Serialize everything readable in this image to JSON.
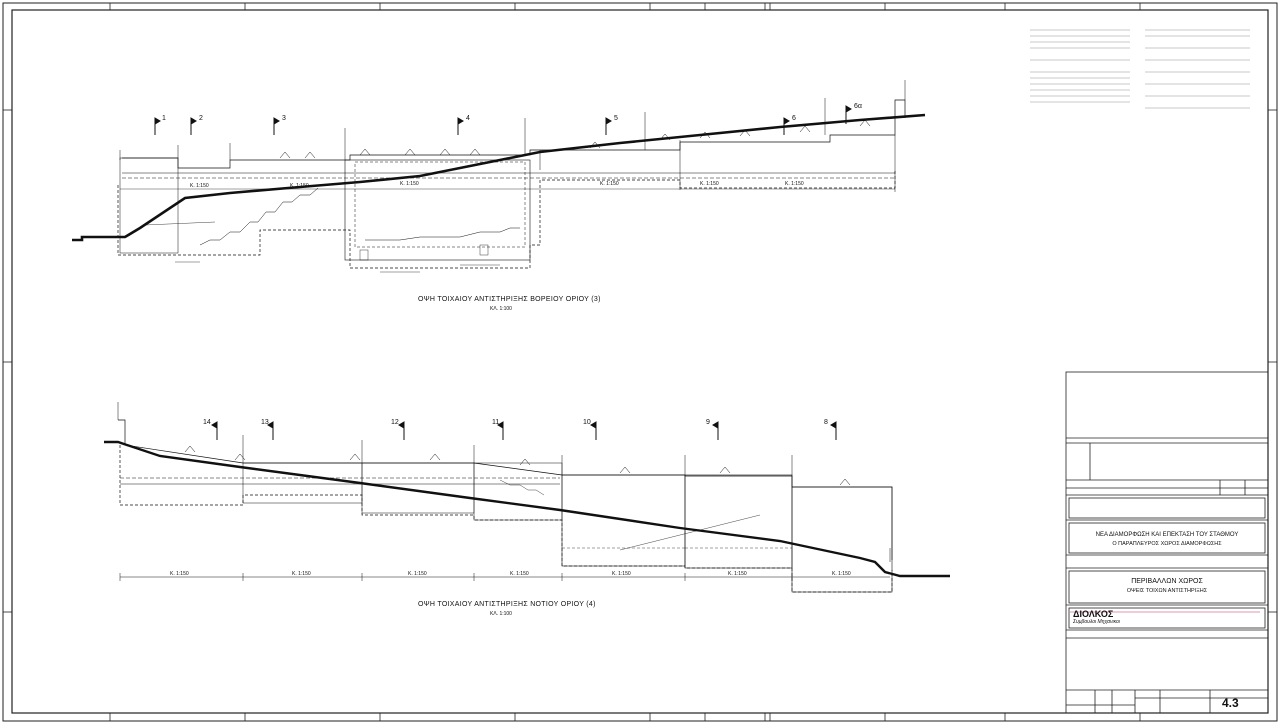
{
  "drawing": {
    "north_elevation_title": "ΟΨΗ ΤΟΙΧΑΙΟΥ ΑΝΤΙΣΤΗΡΙΞΗΣ ΒΟΡΕΙΟΥ ΟΡΙΟΥ (3)",
    "south_elevation_title": "ΟΨΗ ΤΟΙΧΑΙΟΥ ΑΝΤΙΣΤΗΡΙΞΗΣ ΝΟΤΙΟΥ ΟΡΙΟΥ (4)",
    "scale_label": "ΚΛ. 1:100",
    "north_markers": [
      "1",
      "2",
      "3",
      "4",
      "5",
      "6",
      "6α"
    ],
    "south_markers": [
      "14",
      "13",
      "12",
      "11",
      "10",
      "9",
      "8"
    ],
    "slope_labels_north": [
      "Κ. 1:150",
      "Κ. 1:150",
      "Κ. 1:150",
      "Κ. 1:150",
      "Κ. 1:150",
      "Κ. 1:150"
    ],
    "slope_labels_south": [
      "Κ. 1:150",
      "Κ. 1:150",
      "Κ. 1:150",
      "Κ. 1:150",
      "Κ. 1:150",
      "Κ. 1:150",
      "Κ. 1:150"
    ]
  },
  "title_block": {
    "project": "ΝΕΑ ΔΙΑΜΟΡΦΩΣΗ ΚΑΙ ΕΠΕΚΤΑΣΗ ΤΟΥ ΣΤΑΘΜΟΥ",
    "project_line2": "Ο ΠΑΡΑΠΛΕΥΡΟΣ ΧΩΡΟΣ ΔΙΑΜΟΡΦΩΣΗΣ",
    "sheet_title": "ΠΕΡΙΒΑΛΛΩΝ ΧΩΡΟΣ",
    "sheet_subtitle": "ΟΨΕΙΣ ΤΟΙΧΩΝ ΑΝΤΙΣΤΗΡΙΞΗΣ",
    "company": "ΔΙΟΛΚΟΣ",
    "company_sub": "Συμβουλοι Μηχανικοι",
    "sheet_number": "4.3",
    "accent_color": "#c03060"
  }
}
